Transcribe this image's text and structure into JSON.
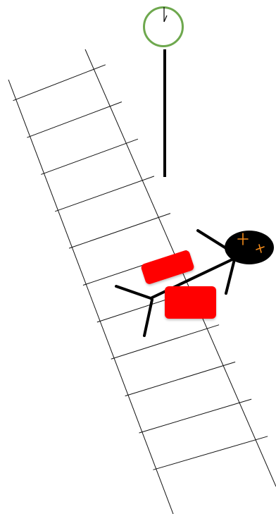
{
  "colors": {
    "background": "#ffffff",
    "ladder": "#111111",
    "pole": "#000000",
    "clock_ring": "#6ea84e",
    "block": "#ff0000",
    "ragdoll": "#000000",
    "eye_marks": "#f28a1a"
  },
  "ladder": {
    "rungs": 11
  },
  "clock": {
    "icon": "clock-icon"
  },
  "ragdoll": {
    "limbs": 5,
    "face_marks": [
      "+",
      "+"
    ]
  },
  "blocks": 2
}
